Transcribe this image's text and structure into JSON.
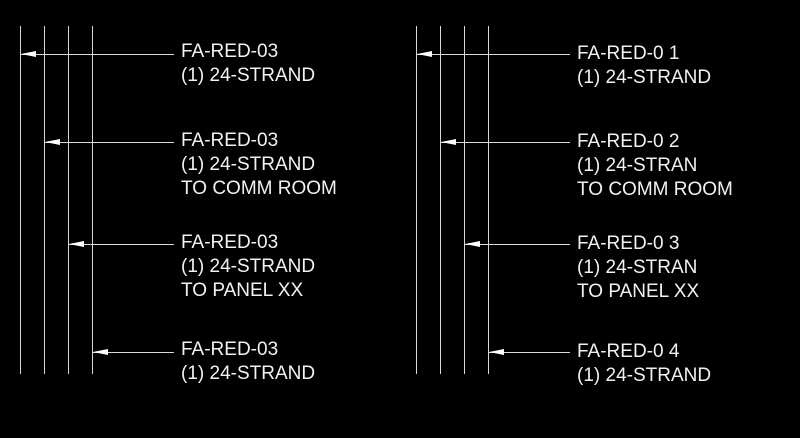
{
  "colors": {
    "background": "#000000",
    "lines": "#d8d8d8",
    "text": "#f2f2f2"
  },
  "groups": [
    {
      "callouts": [
        {
          "lines": [
            "FA-RED-03",
            "(1) 24-STRAND",
            ""
          ]
        },
        {
          "lines": [
            "FA-RED-03",
            "(1) 24-STRAND",
            "TO COMM ROOM"
          ]
        },
        {
          "lines": [
            "FA-RED-03",
            "(1) 24-STRAND",
            "TO PANEL XX"
          ]
        },
        {
          "lines": [
            "FA-RED-03",
            "(1) 24-STRAND",
            ""
          ]
        }
      ]
    },
    {
      "callouts": [
        {
          "lines": [
            "FA-RED-0 1",
            "(1) 24-STRAND",
            ""
          ]
        },
        {
          "lines": [
            "FA-RED-0 2",
            "(1) 24-STRAN",
            "TO COMM ROOM"
          ]
        },
        {
          "lines": [
            "FA-RED-0 3",
            "(1) 24-STRAN",
            "TO PANEL XX"
          ]
        },
        {
          "lines": [
            "FA-RED-0 4",
            "(1) 24-STRAND",
            ""
          ]
        }
      ]
    }
  ]
}
